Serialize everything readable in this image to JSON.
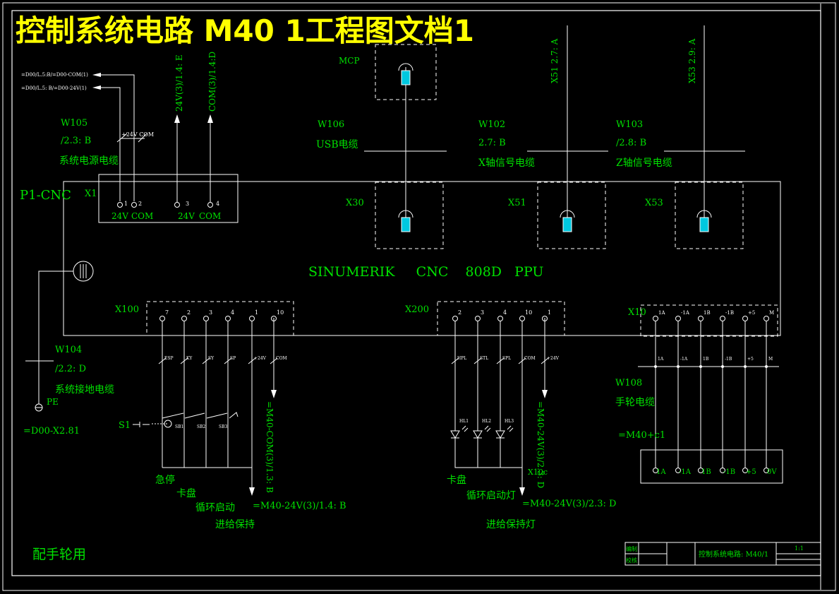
{
  "title": "控制系统电路 M40  1工程图文档1",
  "colors": {
    "green": "#00e000",
    "white": "#ffffff",
    "cyan": "#00c8e0",
    "yellow": "#ffff00",
    "background": "#000000"
  },
  "cnc": {
    "name": "P1-CNC",
    "model": "SINUMERIK     CNC    808D   PPU"
  },
  "x1": {
    "label": "X1",
    "top_note": "+24V COM",
    "refs": [
      "=D00/L.5:B/=D00-COM(1)",
      "=D00/L.5: B/=D00-24V(1)"
    ],
    "pins": [
      "1",
      "2",
      "3",
      "4"
    ],
    "pin_labels": [
      "24V",
      "COM",
      "24V",
      "COM"
    ],
    "up_refs": [
      "24V(3)/1.4: E",
      "COM(3)/1.4:D"
    ]
  },
  "w105": {
    "cable": "W105",
    "ref": "/2.3: B",
    "name": "系统电源电缆"
  },
  "w106": {
    "cable": "W106",
    "name": "USB电缆"
  },
  "w102": {
    "cable": "W102",
    "ref": "2.7: B",
    "name": "X轴信号电缆"
  },
  "w103": {
    "cable": "W103",
    "ref": "/2.8: B",
    "name": "Z轴信号电缆"
  },
  "w104": {
    "cable": "W104",
    "ref": "/2.2: D",
    "name": "系统接地电缆",
    "pe": "PE",
    "pe_ref": "=D00-X2.81"
  },
  "w108": {
    "cable": "W108",
    "name": "手轮电缆",
    "ref": "=M40+c1"
  },
  "mcp": "MCP",
  "ports": {
    "x30": "X30",
    "x51": "X51",
    "x53": "X53",
    "x100": "X100",
    "x200": "X200",
    "x10": "X10"
  },
  "right_refs": [
    "X51 2.7: A",
    "X53 2.9: A"
  ],
  "x100": {
    "pins": [
      "7",
      "2",
      "3",
      "4",
      "1",
      "10"
    ],
    "signals": [
      "ESP",
      "KY",
      "SY",
      "SP",
      "+24V",
      "COM"
    ],
    "switches": [
      "SB1",
      "SB2",
      "SB3"
    ],
    "s1": "S1",
    "vert_ref": "=M40-COM(3)/1.3: B",
    "bottom_ref": "=M40-24V(3)/1.4: B",
    "labels": [
      "急停",
      "卡盘",
      "循环启动",
      "进给保持"
    ]
  },
  "x200": {
    "pins": [
      "2",
      "3",
      "4",
      "10",
      "1"
    ],
    "signals": [
      "HPL",
      "STL",
      "SPL",
      "COM",
      "+24V"
    ],
    "lamps": [
      "HL1",
      "HL2",
      "HL3"
    ],
    "vert_ref": "=M40-24V(3)/2.3: D",
    "x10c": "X10c",
    "bottom_ref": "=M40-24V(3)/2.3: D",
    "labels": [
      "卡盘",
      "循环启动灯",
      "进给保持灯"
    ]
  },
  "x10": {
    "pins": [
      "1A",
      "-1A",
      "1B",
      "-1B",
      "+5",
      "M"
    ],
    "wires": [
      "1A",
      "-1A",
      "1B",
      "-1B",
      "+5",
      "M"
    ],
    "box_pins": [
      "1A",
      "-1A",
      "1B",
      "-1B",
      "+5",
      "0V"
    ]
  },
  "footer_note": "配手轮用",
  "title_block": {
    "row1": "编制",
    "row2": "校核",
    "name": "控制系统电路: M40/1",
    "scale": "1:1"
  }
}
